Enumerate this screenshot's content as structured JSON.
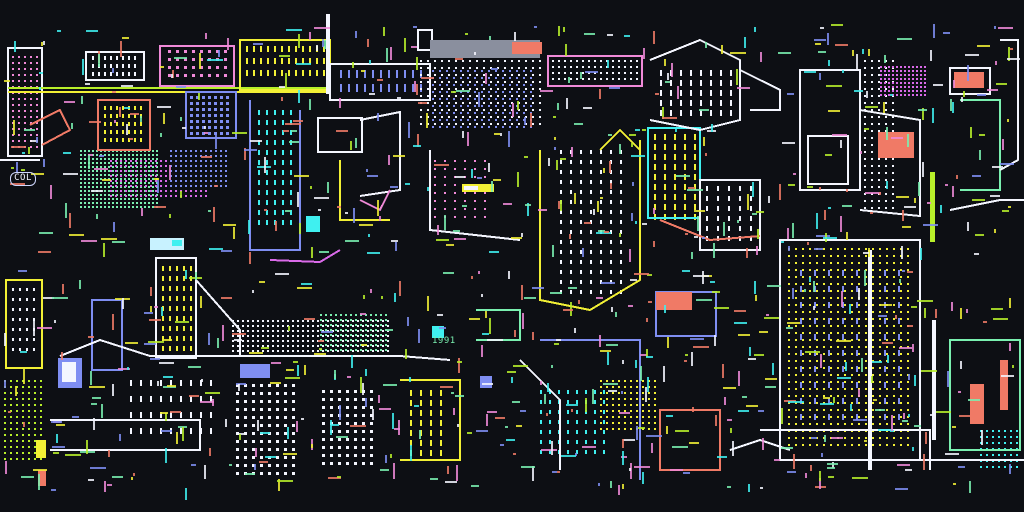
{
  "scene": {
    "kind": "pixel-art isometric neon city, wireframe buildings on dark ground",
    "signs": {
      "left_sign": "COL",
      "mid_sign": "1991"
    }
  },
  "palette": {
    "background": "#0d0f14",
    "white": "#f4f6ff",
    "yellow": "#f2f035",
    "lime": "#b8f02a",
    "cyan": "#3ff0f0",
    "pink": "#f08ad8",
    "magenta": "#d96ae8",
    "periwinkle": "#7f8ef2",
    "coral": "#f07a66",
    "mint": "#7af0b0",
    "teal": "#39c6c6",
    "orange": "#f0a030"
  }
}
